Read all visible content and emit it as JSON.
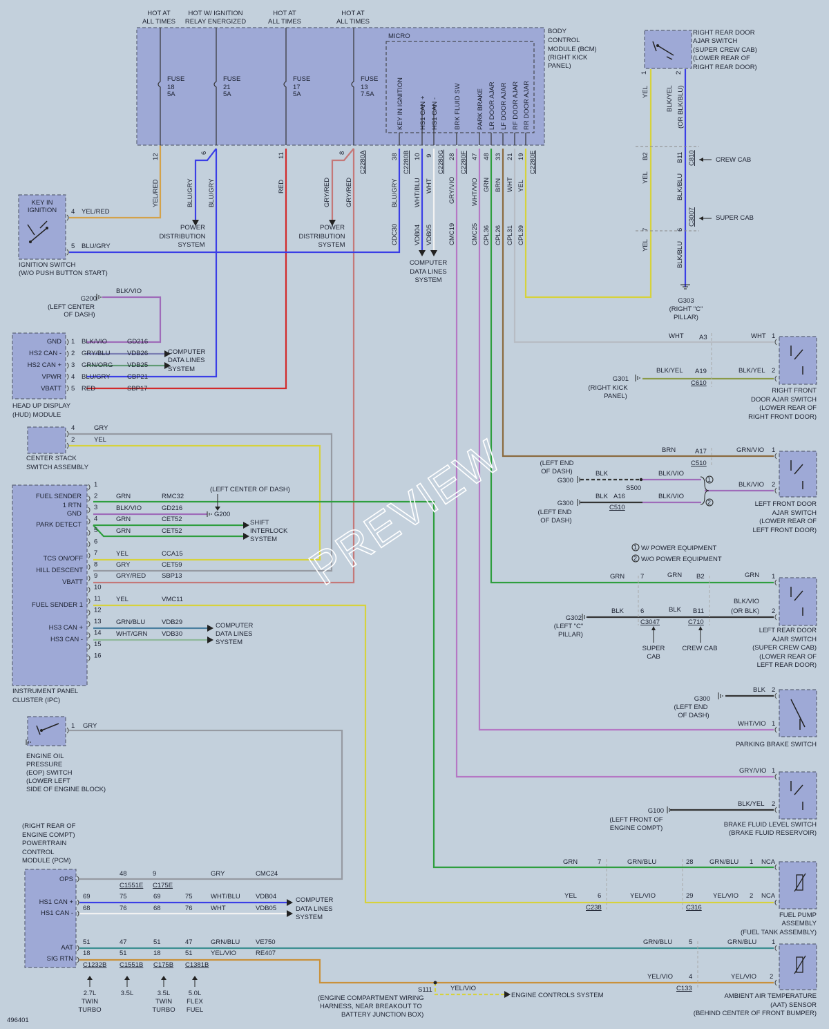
{
  "diagram_id": "496401",
  "watermark": "PREVIEW",
  "bcm": {
    "label": [
      "BODY",
      "CONTROL",
      "MODULE (BCM)",
      "(RIGHT KICK",
      "PANEL)"
    ],
    "micro": "MICRO",
    "hot1": [
      "HOT AT",
      "ALL TIMES"
    ],
    "hot2": [
      "HOT W/ IGNITION",
      "RELAY ENERGIZED"
    ],
    "hot3": [
      "HOT AT",
      "ALL TIMES"
    ],
    "hot4": [
      "HOT AT",
      "ALL TIMES"
    ],
    "fuses": [
      [
        "FUSE",
        "18",
        "5A"
      ],
      [
        "FUSE",
        "21",
        "5A"
      ],
      [
        "FUSE",
        "17",
        "5A"
      ],
      [
        "FUSE",
        "13",
        "7.5A"
      ]
    ],
    "signals": [
      "KEY IN IGNITION",
      "HS1 CAN +",
      "HS1 CAN -",
      "BRK FLUID SW",
      "PARK BRAKE",
      "LR DOOR AJAR",
      "LF DOOR AJAR",
      "RF DOOR AJAR",
      "RR DOOR AJAR"
    ],
    "pins": [
      "12",
      "6",
      "11",
      "8",
      "38",
      "10",
      "9",
      "28",
      "47",
      "48",
      "33",
      "21",
      "19"
    ],
    "connectors": [
      "C2280A",
      "C2280B",
      "C2280G",
      "C2280F",
      "C2280E"
    ],
    "wires": [
      "YEL/RED",
      "BLU/GRY",
      "BLU/GRY",
      "RED",
      "GRY/RED",
      "GRY/RED",
      "BLU/GRY",
      "WHT/BLU",
      "WHT",
      "GRY/VIO",
      "WHT/VIO",
      "GRN",
      "BRN",
      "WHT",
      "YEL"
    ],
    "circuits": [
      "CDC30",
      "VDB04",
      "VDB05",
      "CMC19",
      "CMC25",
      "CPL36",
      "CPL26",
      "CPL31",
      "CPL39"
    ]
  },
  "pds1": [
    "POWER",
    "DISTRIBUTION",
    "SYSTEM"
  ],
  "pds2": [
    "POWER",
    "DISTRIBUTION",
    "SYSTEM"
  ],
  "cdl_top": [
    "COMPUTER",
    "DATA LINES",
    "SYSTEM"
  ],
  "ign": {
    "label": [
      "KEY IN",
      "IGNITION"
    ],
    "name": [
      "IGNITION SWITCH",
      "(W/O PUSH BUTTON START)"
    ],
    "p4": "4",
    "w4": "YEL/RED",
    "p5": "5",
    "w5": "BLU/GRY"
  },
  "g200a": {
    "name": "G200",
    "loc": [
      "(LEFT CENTER",
      "OF DASH)"
    ],
    "wire": "BLK/VIO"
  },
  "hud": {
    "name": [
      "HEAD UP DISPLAY",
      "(HUD) MODULE"
    ],
    "rows": [
      [
        "GND",
        "1",
        "BLK/VIO",
        "GD216"
      ],
      [
        "HS2 CAN -",
        "2",
        "GRY/BLU",
        "VDB26"
      ],
      [
        "HS2 CAN +",
        "3",
        "GRN/ORG",
        "VDB25"
      ],
      [
        "VPWR",
        "4",
        "BLU/GRY",
        "CBP21"
      ],
      [
        "VBATT",
        "5",
        "RED",
        "SBP17"
      ]
    ],
    "cdl": [
      "COMPUTER",
      "DATA LINES",
      "SYSTEM"
    ]
  },
  "css": {
    "name": [
      "CENTER STACK",
      "SWITCH ASSEMBLY"
    ],
    "p4": "4",
    "w4": "GRY",
    "p2": "2",
    "w2": "YEL"
  },
  "ipc": {
    "name": [
      "INSTRUMENT PANEL",
      "CLUSTER (IPC)"
    ],
    "labels": [
      "FUEL SENDER",
      "1 RTN",
      "GND",
      "PARK DETECT",
      "TCS ON/OFF",
      "HILL DESCENT",
      "VBATT",
      "FUEL SENDER 1",
      "HS3 CAN +",
      "HS3 CAN -"
    ],
    "pins": [
      "1",
      "2",
      "3",
      "4",
      "5",
      "6",
      "7",
      "8",
      "9",
      "10",
      "11",
      "12",
      "13",
      "14",
      "15",
      "16"
    ],
    "rows": [
      [
        "2",
        "GRN",
        "RMC32"
      ],
      [
        "3",
        "BLK/VIO",
        "GD216"
      ],
      [
        "4",
        "GRN",
        "CET52"
      ],
      [
        "",
        "GRN",
        "CET52"
      ],
      [
        "6",
        "YEL",
        "CCA15"
      ],
      [
        "7",
        "GRY",
        "CET59"
      ],
      [
        "8",
        "GRY/RED",
        "SBP13"
      ],
      [
        "10",
        "YEL",
        "VMC11"
      ],
      [
        "12",
        "GRN/BLU",
        "VDB29"
      ],
      [
        "13",
        "WHT/GRN",
        "VDB30"
      ]
    ],
    "g200": "G200",
    "g200loc": "(LEFT CENTER OF DASH)",
    "shift": [
      "SHIFT",
      "INTERLOCK",
      "SYSTEM"
    ],
    "cdl": [
      "COMPUTER",
      "DATA LINES",
      "SYSTEM"
    ]
  },
  "eop": {
    "name": [
      "ENGINE OIL",
      "PRESSURE",
      "(EOP) SWITCH",
      "(LOWER LEFT",
      "SIDE OF ENGINE BLOCK)"
    ],
    "p1": "1",
    "w1": "GRY"
  },
  "pcm": {
    "name": [
      "(RIGHT REAR OF",
      "ENGINE COMPT)",
      "POWERTRAIN",
      "CONTROL",
      "MODULE (PCM)"
    ],
    "labels": [
      "OPS",
      "HS1 CAN +",
      "HS1 CAN -",
      "AAT",
      "SIG RTN"
    ],
    "ops": [
      "48",
      "9",
      "GRY",
      "CMC24"
    ],
    "opsconn": [
      "C1551E",
      "C175E"
    ],
    "can": [
      [
        "69",
        "75",
        "69",
        "75",
        "WHT/BLU",
        "VDB04"
      ],
      [
        "68",
        "76",
        "68",
        "76",
        "WHT",
        "VDB05"
      ]
    ],
    "aat": [
      [
        "51",
        "47",
        "51",
        "47",
        "GRN/BLU",
        "VE750"
      ],
      [
        "18",
        "51",
        "18",
        "51",
        "YEL/VIO",
        "RE407"
      ]
    ],
    "conns": [
      "C1232B",
      "C1551B",
      "C175B",
      "C1381B"
    ],
    "eng": [
      [
        "2.7L",
        "TWIN",
        "TURBO"
      ],
      [
        "3.5L"
      ],
      [
        "3.5L",
        "TWIN",
        "TURBO"
      ],
      [
        "5.0L",
        "FLEX",
        "FUEL"
      ]
    ],
    "cdl": [
      "COMPUTER",
      "DATA LINES",
      "SYSTEM"
    ]
  },
  "s111": {
    "name": "S111",
    "loc": [
      "(ENGINE COMPARTMENT WIRING",
      "HARNESS, NEAR BREAKOUT TO",
      "BATTERY JUNCTION BOX)"
    ],
    "wire": "YEL/VIO",
    "to": "ENGINE CONTROLS SYSTEM"
  },
  "rr": {
    "name": [
      "RIGHT REAR DOOR",
      "AJAR SWITCH",
      "(SUPER CREW CAB)",
      "(LOWER REAR OF",
      "RIGHT REAR DOOR)"
    ],
    "p1": "1",
    "p2": "2",
    "w1": "YEL",
    "w2": [
      "BLK/YEL",
      "(OR BLK/BLU)"
    ],
    "b2": "B2",
    "b11": "B11",
    "c810": "C810",
    "crew": "CREW CAB",
    "p7": "7",
    "p6": "6",
    "c3007": "C3007",
    "super": "SUPER CAB",
    "yel2": "YEL",
    "blkblu": "BLK/BLU",
    "yel3": "YEL",
    "blkblu2": "BLK/BLU",
    "g303": "G303",
    "g303loc": [
      "(RIGHT \"C\"",
      "PILLAR)"
    ]
  },
  "rf": {
    "name": [
      "RIGHT FRONT",
      "DOOR AJAR SWITCH",
      "(LOWER REAR OF",
      "RIGHT FRONT DOOR)"
    ],
    "a3": "A3",
    "a19": "A19",
    "c610": "C610",
    "wht": "WHT",
    "blkyel": "BLK/YEL",
    "g301": "G301",
    "g301loc": [
      "(RIGHT KICK",
      "PANEL)"
    ],
    "p1": "1",
    "p2": "2"
  },
  "lf": {
    "name": [
      "LEFT FRONT DOOR",
      "AJAR SWITCH",
      "(LOWER REAR OF",
      "LEFT FRONT DOOR)"
    ],
    "brn": "BRN",
    "a17": "A17",
    "c510": "C510",
    "grnvio": "GRN/VIO",
    "p1": "1",
    "p2": "2",
    "blkvio": "BLK/VIO",
    "g300a": "G300",
    "g300aloc": [
      "(LEFT END",
      "OF DASH)"
    ],
    "blk": "BLK",
    "s500": "S500",
    "a16": "A16",
    "c510b": "C510",
    "g300b": "G300",
    "g300bloc": [
      "(LEFT END",
      "OF DASH)"
    ],
    "o1": "1",
    "o2": "2"
  },
  "notes": [
    "W/ POWER EQUIPMENT",
    "W/O POWER EQUIPMENT"
  ],
  "lr": {
    "name": [
      "LEFT REAR DOOR",
      "AJAR SWITCH",
      "(SUPER CREW CAB)",
      "(LOWER REAR OF",
      "LEFT REAR DOOR)"
    ],
    "grn": "GRN",
    "p7": "7",
    "b2": "B2",
    "p1": "1",
    "p6": "6",
    "b11": "B11",
    "c3047": "C3047",
    "c710": "C710",
    "blk": "BLK",
    "blkvio": [
      "BLK/VIO",
      "(OR BLK)"
    ],
    "p2": "2",
    "g302": "G302",
    "g302loc": [
      "(LEFT \"C\"",
      "PILLAR)"
    ],
    "super": [
      "SUPER",
      "CAB"
    ],
    "crew": "CREW CAB"
  },
  "pb": {
    "name": "PARKING BRAKE SWITCH",
    "g300": "G300",
    "loc": [
      "(LEFT END",
      "OF DASH)"
    ],
    "blk": "BLK",
    "p2": "2",
    "whtvio": "WHT/VIO",
    "p1": "1"
  },
  "bf": {
    "name": [
      "BRAKE FLUID LEVEL SWITCH",
      "(BRAKE FLUID RESERVOIR)"
    ],
    "gryvio": "GRY/VIO",
    "p1": "1",
    "blkyel": "BLK/YEL",
    "p2": "2",
    "g100": "G100",
    "loc": [
      "(LEFT FRONT OF",
      "ENGINE COMPT)"
    ]
  },
  "fp": {
    "name": [
      "FUEL PUMP",
      "ASSEMBLY",
      "(FUEL TANK ASSEMBLY)"
    ],
    "grn": "GRN",
    "p7": "7",
    "grnblu": "GRN/BLU",
    "p28": "28",
    "grnblu2": "GRN/BLU",
    "p1": "1",
    "nca": "NCA",
    "yel": "YEL",
    "p6": "6",
    "yelvio": "YEL/VIO",
    "p29": "29",
    "yelvio2": "YEL/VIO",
    "p2": "2",
    "nca2": "NCA",
    "c238": "C238",
    "c316": "C316"
  },
  "aat": {
    "name": [
      "AMBIENT AIR TEMPERATURE",
      "(AAT) SENSOR",
      "(BEHIND CENTER OF FRONT BUMPER)"
    ],
    "grnblu": "GRN/BLU",
    "p5": "5",
    "grnblu2": "GRN/BLU",
    "p1": "1",
    "yelvio": "YEL/VIO",
    "p4": "4",
    "yelvio2": "YEL/VIO",
    "p2": "2",
    "c133": "C133"
  },
  "colors": {
    "yel": "#d6d23c",
    "blu": "#3a3ee6",
    "red": "#d22a2a",
    "gryred": "#c47878",
    "grn": "#2e9e3e",
    "gry": "#969aa2",
    "vio": "#9f6bb9",
    "orn": "#c9913b",
    "brn": "#8a6a3e",
    "teal": "#3d8f92"
  }
}
